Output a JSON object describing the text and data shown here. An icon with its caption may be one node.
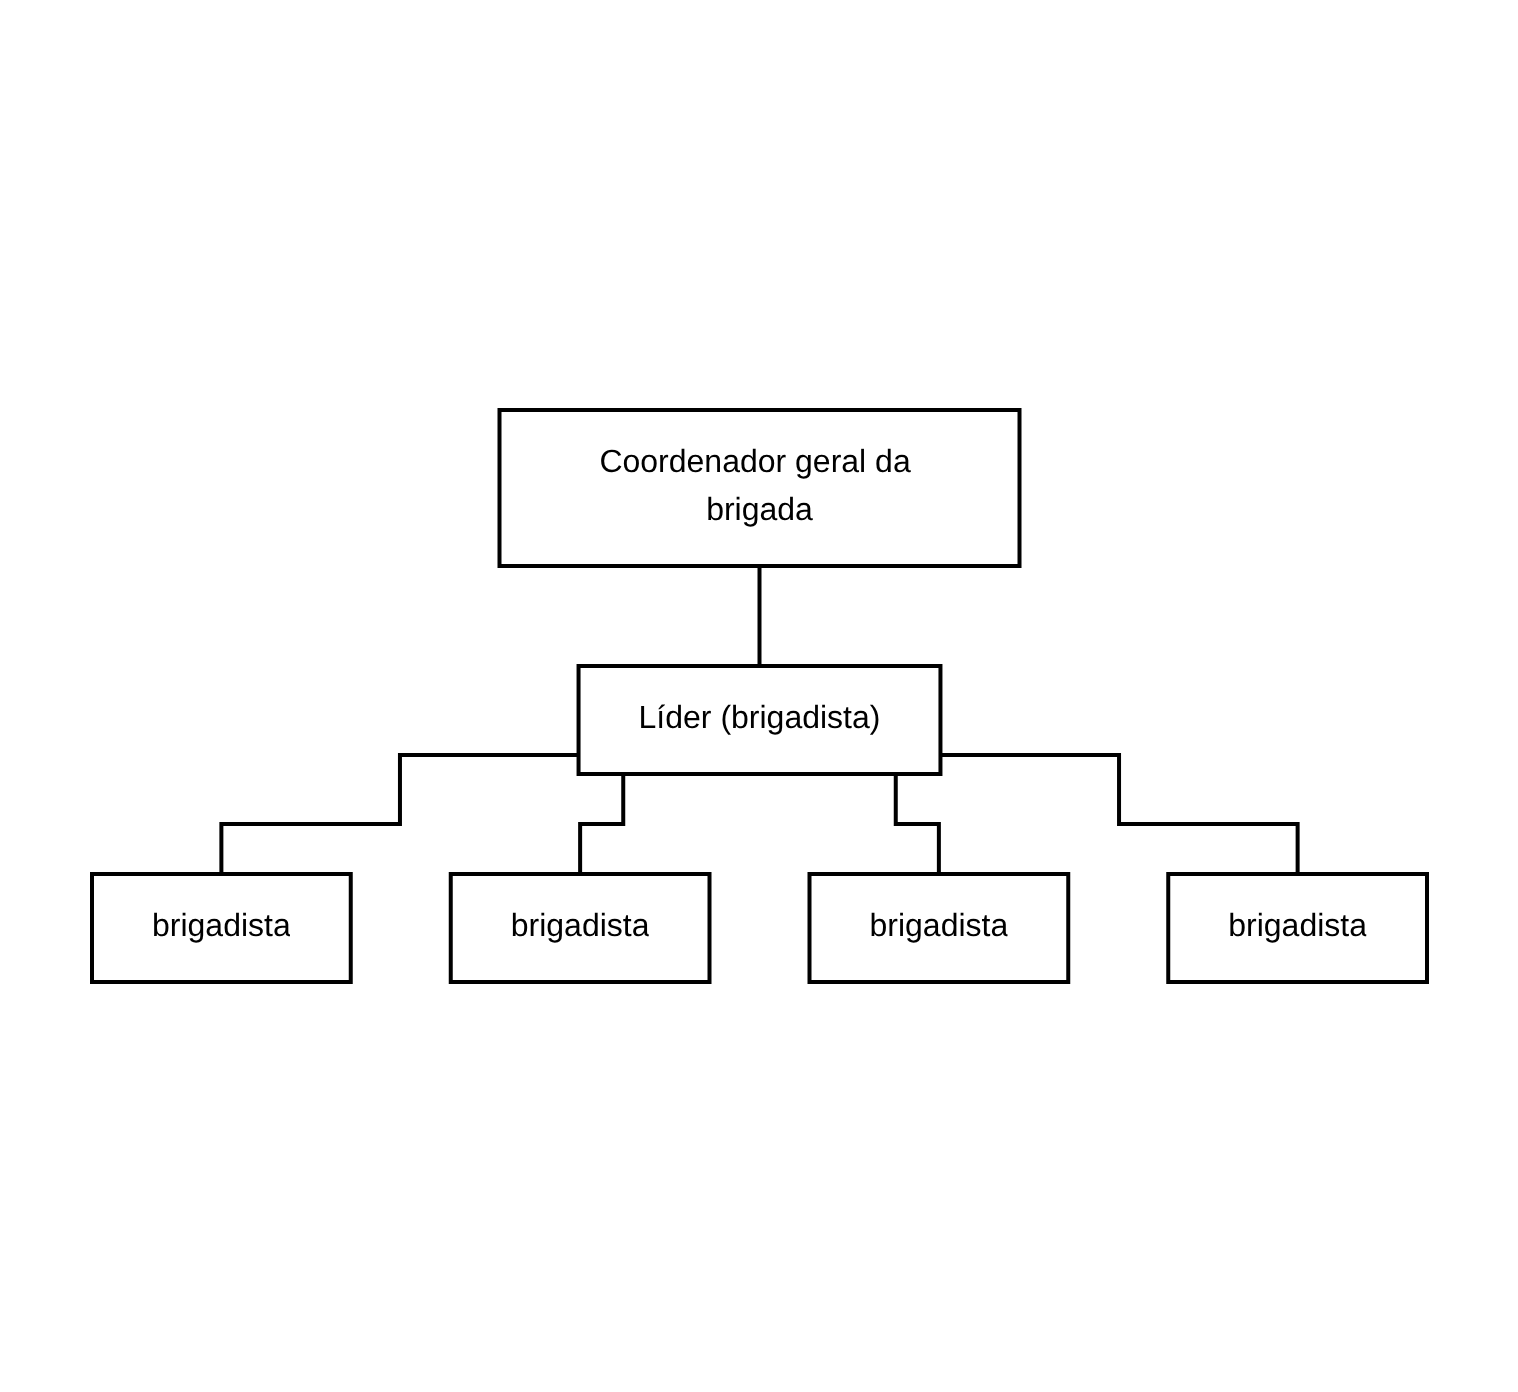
{
  "diagram": {
    "nodes": [
      {
        "text": [
          "Coordenador geral da brigada"
        ]
      },
      {
        "text": [
          "Líder (brigadista)"
        ]
      },
      {
        "text": [
          "brigadista"
        ]
      },
      {
        "text": [
          "brigadista"
        ]
      },
      {
        "text": [
          "brigadista"
        ]
      },
      {
        "text": [
          "brigadista"
        ]
      }
    ],
    "edges": [
      {
        "from": 0,
        "to": 1,
        "arrow": "none"
      },
      {
        "from": 1,
        "to": 2,
        "arrow": "none"
      },
      {
        "from": 1,
        "to": 3,
        "arrow": "none"
      },
      {
        "from": 1,
        "to": 4,
        "arrow": "none"
      },
      {
        "from": 1,
        "to": 5,
        "arrow": "none"
      }
    ]
  }
}
